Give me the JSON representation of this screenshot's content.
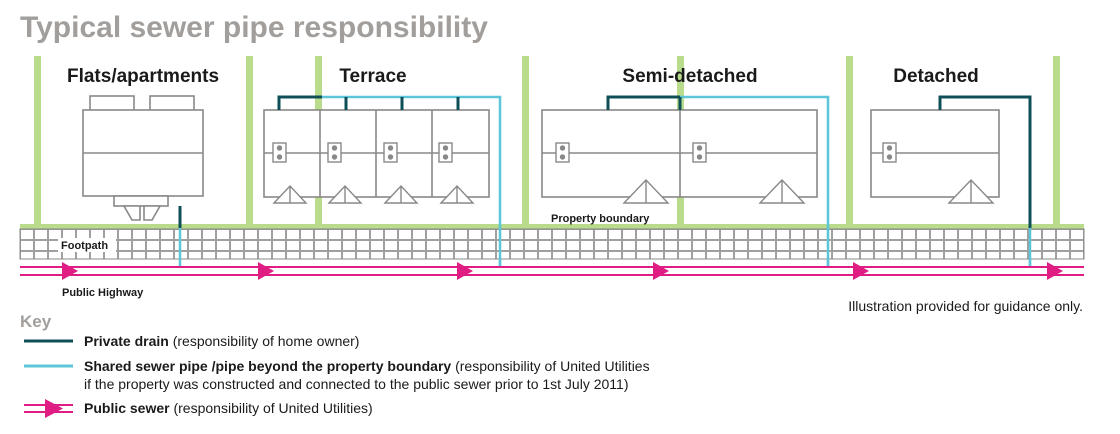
{
  "title": "Typical sewer pipe responsibility",
  "colors": {
    "private_drain": "#0f4f57",
    "shared_sewer": "#5cc6d8",
    "public_sewer": "#df1d82",
    "boundary_green": "#b8db8c",
    "house_outline": "#8a8886",
    "title_grey": "#a19e9b"
  },
  "house_types": [
    {
      "label": "Flats/apartments"
    },
    {
      "label": "Terrace"
    },
    {
      "label": "Semi-detached"
    },
    {
      "label": "Detached"
    }
  ],
  "labels": {
    "property_boundary": "Property boundary",
    "footpath": "Footpath",
    "public_highway": "Public Highway",
    "guidance": "Illustration provided for guidance only."
  },
  "key": {
    "title": "Key",
    "items": [
      {
        "name": "Private drain",
        "description": " (responsibility of home owner)",
        "line_icon": "private-drain-line-icon"
      },
      {
        "name": "Shared sewer pipe /pipe beyond the property boundary",
        "description": " (responsibility of United Utilities",
        "description_line2": "if the property was constructed and connected to the public sewer prior to 1st July 2011)",
        "line_icon": "shared-sewer-line-icon"
      },
      {
        "name": "Public sewer",
        "description": " (responsibility of United Utilities)",
        "line_icon": "public-sewer-arrow-icon"
      }
    ]
  }
}
